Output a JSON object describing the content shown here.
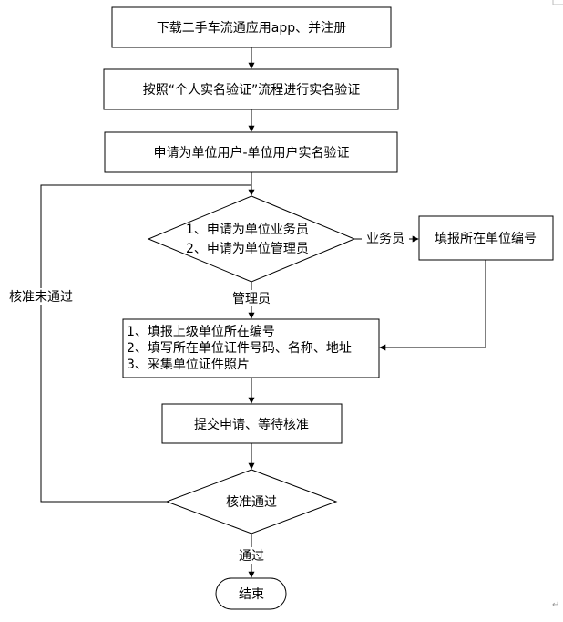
{
  "nodes": {
    "download": "下载二手车流通应用app、并注册",
    "personal_verify": "按照“个人实名验证”流程进行实名验证",
    "apply_unit": "申请为单位用户-单位用户实名验证",
    "choose_role": [
      "1、申请为单位业务员",
      "2、申请为单位管理员"
    ],
    "fill_unit_no": "填报所在单位编号",
    "fill_details": [
      "1、填报上级单位所在编号",
      "2、填写所在单位证件号码、名称、地址",
      "3、采集单位证件照片"
    ],
    "submit": "提交申请、等待核准",
    "approved_check": "核准通过",
    "end": "结束"
  },
  "edges": {
    "salesperson": "业务员",
    "manager": "管理员",
    "not_approved": "核准未通过",
    "approved": "通过"
  },
  "marks": {
    "return_symbol": "↵"
  }
}
